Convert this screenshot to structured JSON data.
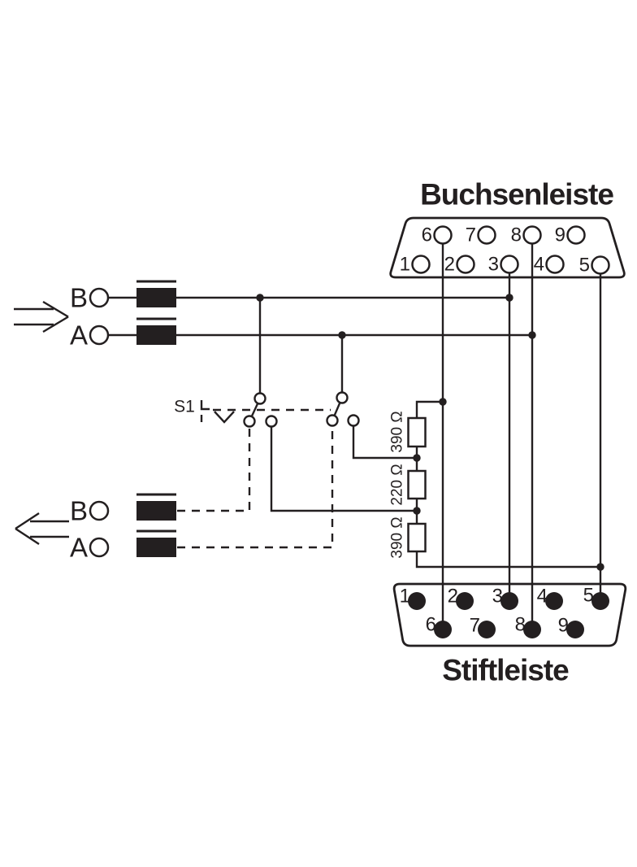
{
  "colors": {
    "ink": "#231f20",
    "background": "#ffffff"
  },
  "buchsenleiste": {
    "title": "Buchsenleiste",
    "pins_top": [
      "6",
      "7",
      "8",
      "9"
    ],
    "pins_bottom": [
      "1",
      "2",
      "3",
      "4",
      "5"
    ]
  },
  "stiftleiste": {
    "title": "Stiftleiste",
    "pins_top": [
      "1",
      "2",
      "3",
      "4",
      "5"
    ],
    "pins_bottom": [
      "6",
      "7",
      "8",
      "9"
    ]
  },
  "transmit_pair": {
    "line_b": "B",
    "line_a": "A"
  },
  "receive_pair": {
    "line_b": "B",
    "line_a": "A"
  },
  "switch": {
    "label": "S1"
  },
  "resistors": {
    "r1": "390 Ω",
    "r2": "220 Ω",
    "r3": "390 Ω"
  }
}
